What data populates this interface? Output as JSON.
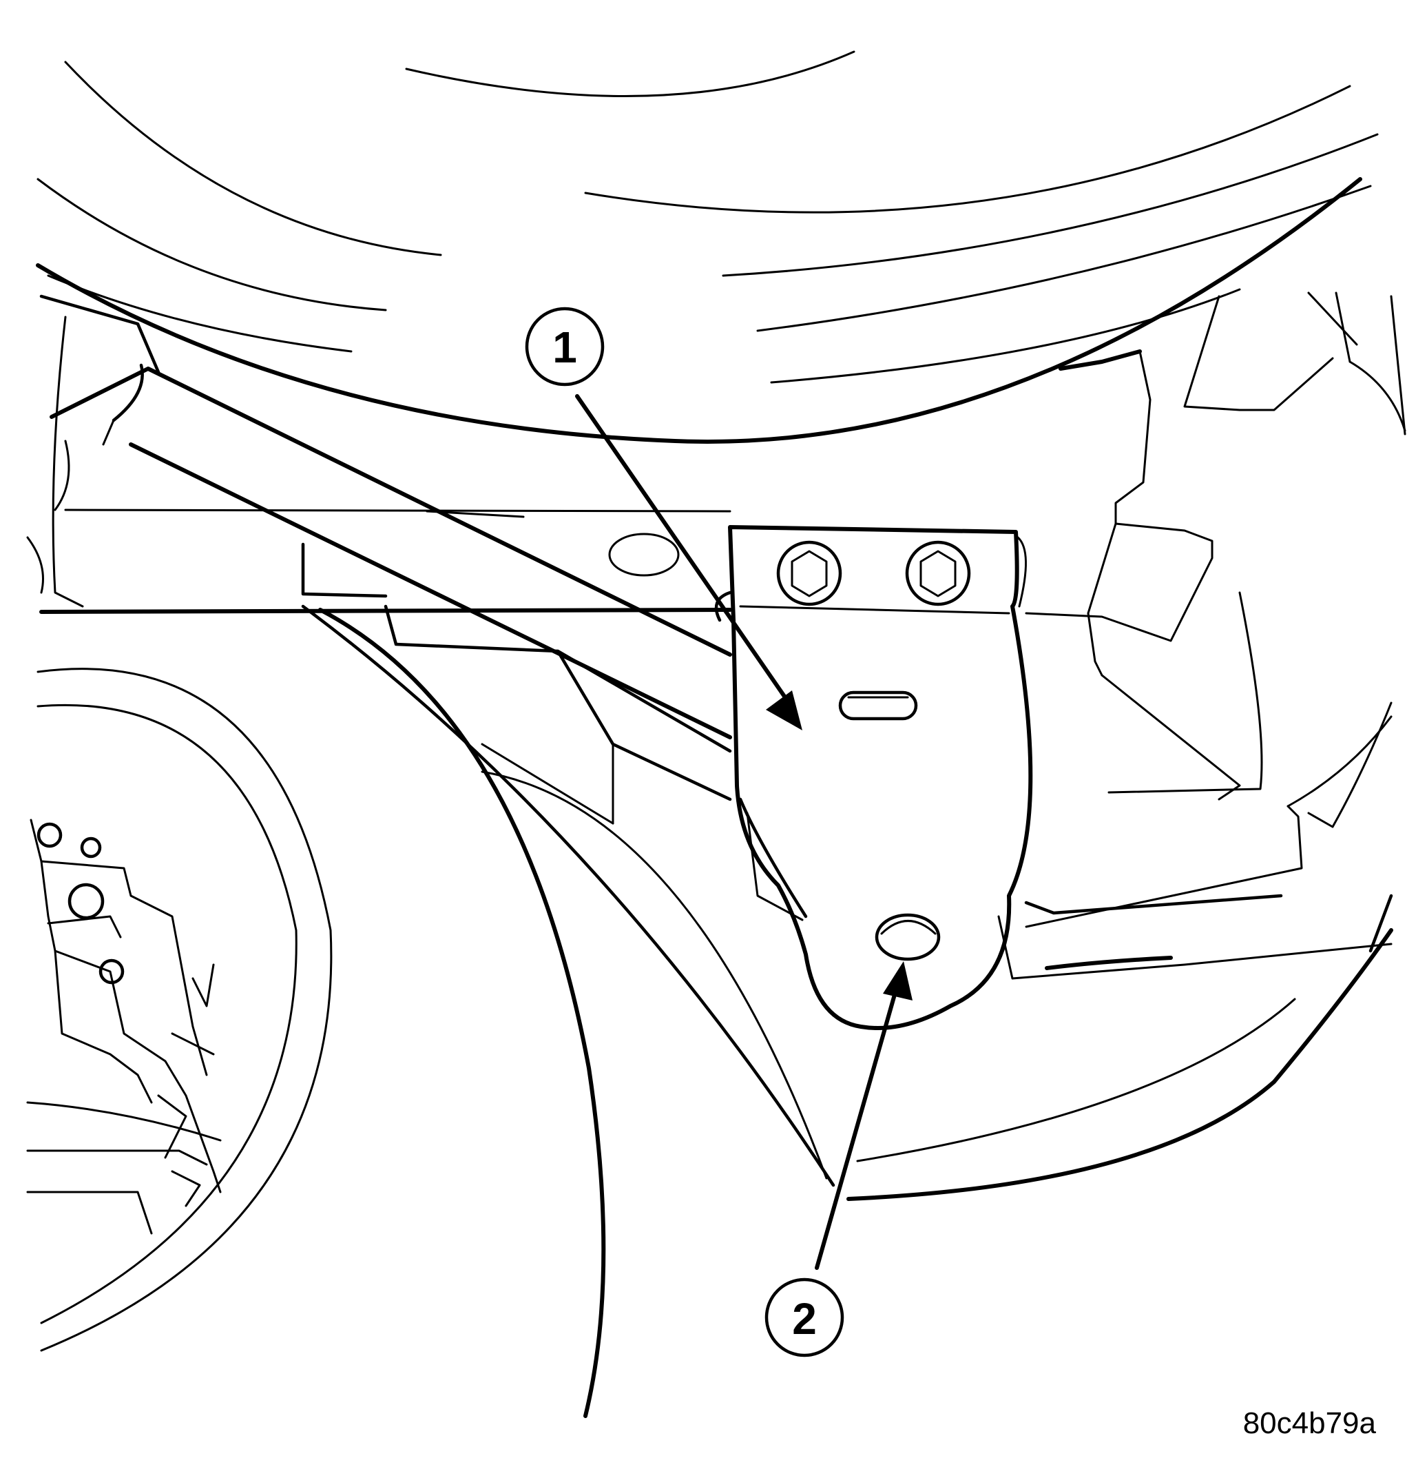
{
  "callouts": [
    {
      "number": "1"
    },
    {
      "number": "2"
    }
  ],
  "figure_id": "80c4b79a",
  "colors": {
    "line": "#000000",
    "background": "#ffffff"
  }
}
